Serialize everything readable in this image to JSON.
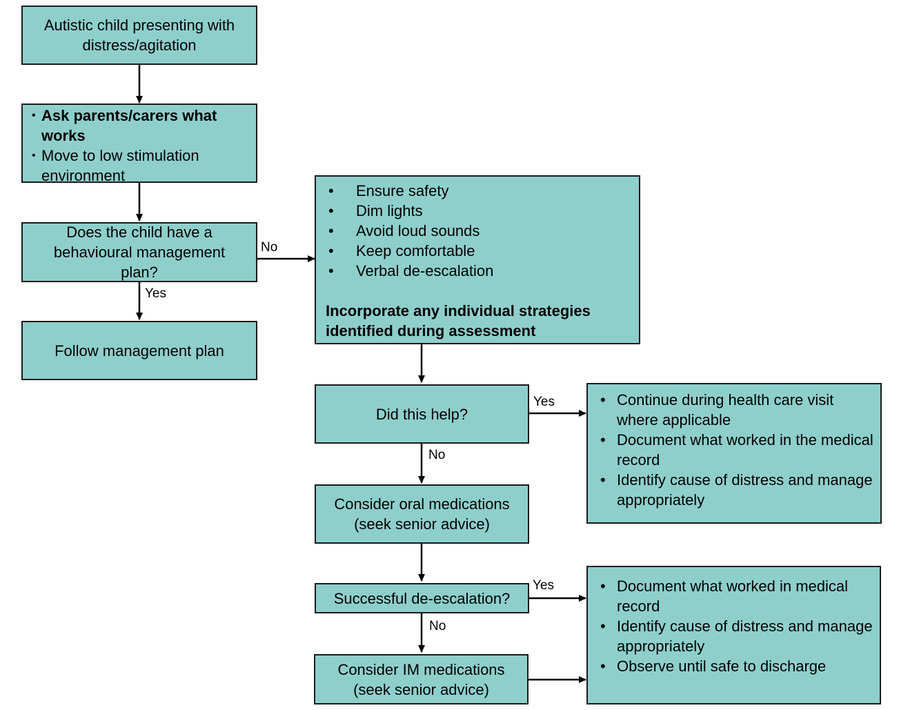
{
  "nodes": {
    "start": "Autistic child presenting with distress/agitation",
    "ask": {
      "items": [
        "Ask parents/carers what works",
        "Move to low stimulation environment"
      ]
    },
    "plan_question": "Does the child have a behavioural management plan?",
    "follow_plan": "Follow management plan",
    "strategies": {
      "items": [
        "Ensure safety",
        "Dim lights",
        "Avoid loud sounds",
        "Keep comfortable",
        "Verbal de-escalation"
      ],
      "note": "Incorporate any individual strategies identified during assessment"
    },
    "help_question": "Did this help?",
    "continue": {
      "items": [
        "Continue during health care visit where applicable",
        "Document what worked in the medical record",
        "Identify cause of distress and manage appropriately"
      ]
    },
    "oral_meds": "Consider oral medications (seek senior advice)",
    "deescalation_question": "Successful de-escalation?",
    "final_actions": {
      "items": [
        "Document what worked in medical record",
        "Identify cause of distress and manage appropriately",
        "Observe until safe to discharge"
      ]
    },
    "im_meds": "Consider IM medications (seek senior advice)"
  },
  "edges": {
    "plan_no": "No",
    "plan_yes": "Yes",
    "help_yes": "Yes",
    "help_no": "No",
    "deesc_yes": "Yes",
    "deesc_no": "No"
  },
  "colors": {
    "box_fill": "#8ecfcc",
    "border": "#1a1a1a",
    "arrow": "#000000"
  }
}
